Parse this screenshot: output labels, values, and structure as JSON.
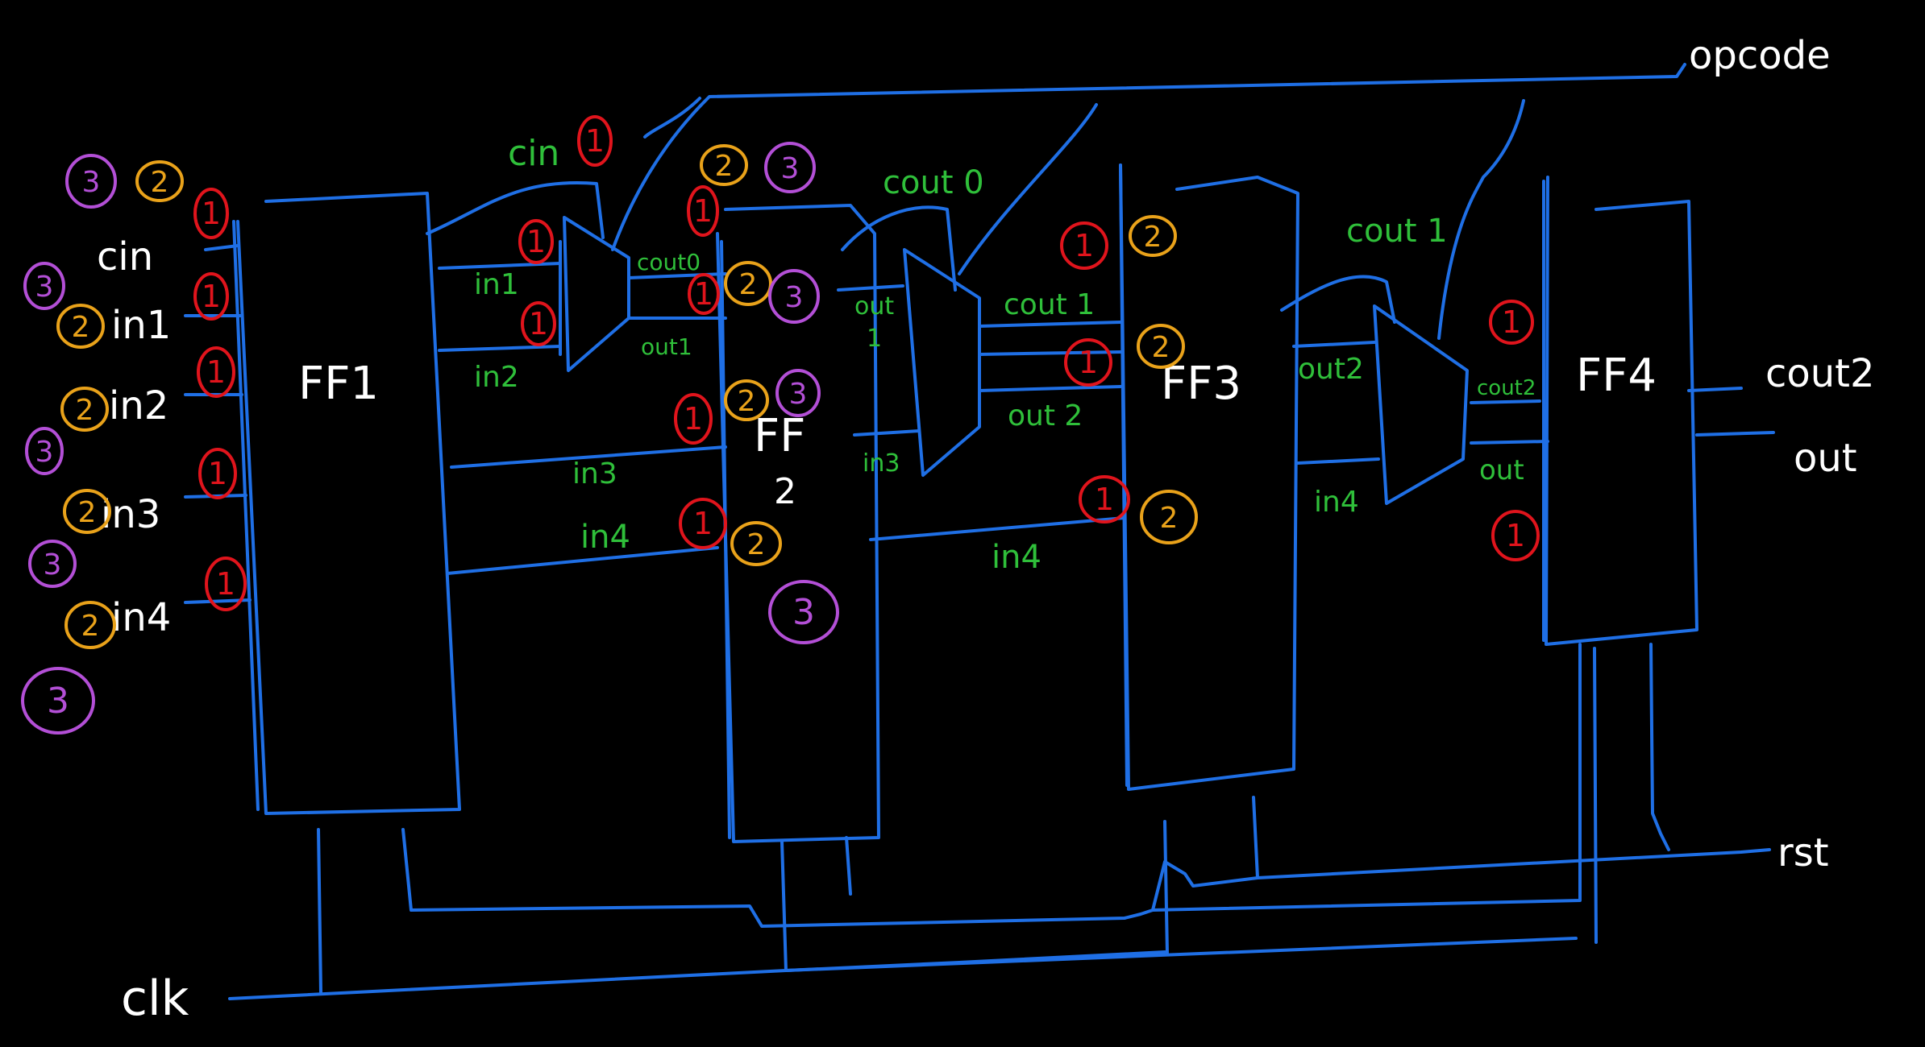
{
  "colors": {
    "background": "#000000",
    "wire": "#1f6fe5",
    "io_label": "#ffffff",
    "signal_label": "#2fbf3a",
    "badge_1": "#e0141c",
    "badge_2": "#e9a21a",
    "badge_3": "#b34fd6"
  },
  "blocks": {
    "ff1": "FF1",
    "ff2_line1": "FF",
    "ff2_line2": "2",
    "ff3": "FF3",
    "ff4": "FF4"
  },
  "io": {
    "opcode": "opcode",
    "cin": "cin",
    "in1": "in1",
    "in2": "in2",
    "in3": "in3",
    "in4": "in4",
    "cout2": "cout2",
    "out": "out",
    "rst": "rst",
    "clk": "clk"
  },
  "signals": {
    "cin": "cin",
    "in1": "in1",
    "in2": "in2",
    "cout0_mux": "cout0",
    "out1_mux": "out1",
    "in3_a": "in3",
    "in4_a": "in4",
    "cout0_top": "cout 0",
    "out1_line1": "out",
    "out1_line2": "1",
    "in3_b": "in3",
    "cout1_a": "cout 1",
    "out2_a": "out 2",
    "in4_b": "in4",
    "cout1_top": "cout 1",
    "out2_b": "out2",
    "in4_c": "in4",
    "cout2_mux": "cout2",
    "out_mux": "out"
  },
  "badges": {
    "one": "1",
    "two": "2",
    "three": "3"
  }
}
